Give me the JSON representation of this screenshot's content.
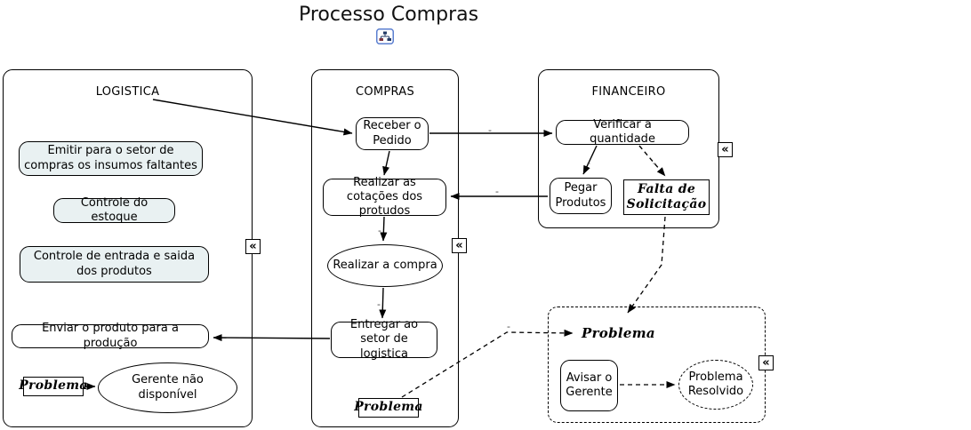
{
  "title": "Processo Compras",
  "lanes": [
    {
      "label": "LOGISTICA",
      "nodes": [
        {
          "label": "Emitir para o setor de compras os insumos faltantes"
        },
        {
          "label": "Controle do estoque"
        },
        {
          "label": "Controle de entrada e saida dos produtos"
        },
        {
          "label": "Enviar o produto para a produção"
        },
        {
          "label": "Problema"
        },
        {
          "label": "Gerente não disponível"
        }
      ]
    },
    {
      "label": "COMPRAS",
      "nodes": [
        {
          "label": "Receber o Pedido"
        },
        {
          "label": "Realizar as cotações dos protudos"
        },
        {
          "label": "Realizar a compra"
        },
        {
          "label": "Entregar ao setor de logistica"
        },
        {
          "label": "Problema"
        }
      ]
    },
    {
      "label": "FINANCEIRO",
      "nodes": [
        {
          "label": "Verificar a quantidade"
        },
        {
          "label": "Pegar Produtos"
        },
        {
          "label": "Falta de Solicitação"
        }
      ]
    }
  ],
  "problem_group": {
    "nodes": [
      {
        "label": "Problema"
      },
      {
        "label": "Avisar o Gerente"
      },
      {
        "label": "Problema Resolvido"
      }
    ]
  },
  "link_labels": {
    "dash": "-"
  },
  "icons": {
    "collapse": "«",
    "title_icon": "concept-map"
  },
  "colors": {
    "shaded_node_fill": "#e9f1f2",
    "line": "#000000",
    "title_icon_border": "#5b7fd0"
  }
}
